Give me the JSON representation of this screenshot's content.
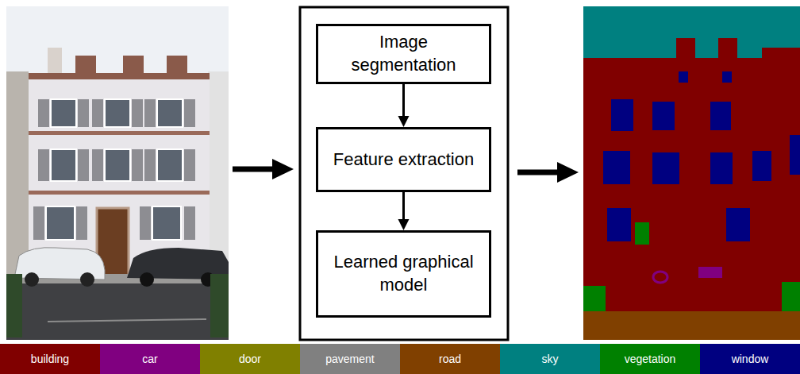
{
  "diagram": {
    "nodes": [
      {
        "text": [
          "Image segmentation"
        ]
      },
      {
        "text": [
          "Feature extraction"
        ]
      },
      {
        "text": [
          "Learned graphical model"
        ]
      }
    ],
    "edges": [
      {
        "from": 0,
        "to": 1,
        "arrow": "to"
      },
      {
        "from": 1,
        "to": 2,
        "arrow": "to"
      }
    ],
    "legend": [
      {
        "text": "building",
        "color": "#800000"
      },
      {
        "text": "car",
        "color": "#800080"
      },
      {
        "text": "door",
        "color": "#808000"
      },
      {
        "text": "pavement",
        "color": "#808080"
      },
      {
        "text": "road",
        "color": "#804000"
      },
      {
        "text": "sky",
        "color": "#008080"
      },
      {
        "text": "vegetation",
        "color": "#008000"
      },
      {
        "text": "window",
        "color": "#000080"
      }
    ]
  }
}
